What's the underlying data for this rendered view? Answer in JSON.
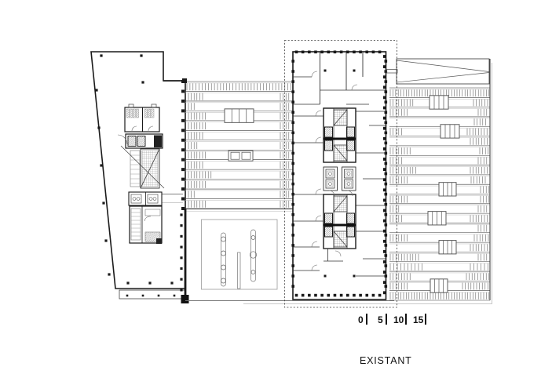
{
  "title": {
    "label": "EXISTANT"
  },
  "scale_bar": {
    "labels": [
      "0",
      "5",
      "10",
      "15"
    ]
  },
  "colors": {
    "ink": "#1a1a1a",
    "mid_gray": "#6e6e6e",
    "light_gray": "#b9b9b9",
    "background": "#ffffff"
  }
}
